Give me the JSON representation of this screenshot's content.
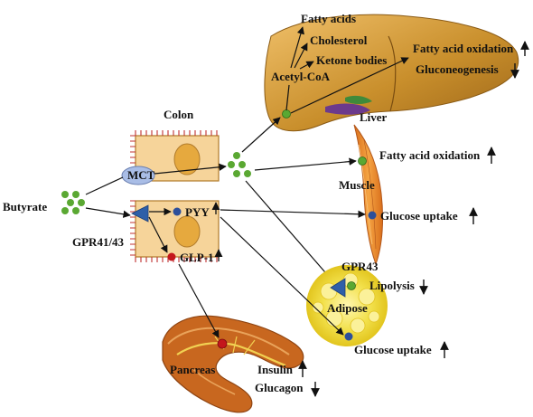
{
  "inputs": {
    "butyrate": "Butyrate",
    "colon": "Colon",
    "mct": "MCT",
    "gpr41_43": "GPR41/43",
    "pyy": "PYY",
    "glp1": "GLP-1"
  },
  "liver": {
    "title": "Liver",
    "acetyl_coa": "Acetyl-CoA",
    "fatty_acids": "Fatty acids",
    "cholesterol": "Cholesterol",
    "ketone_bodies": "Ketone bodies",
    "fatty_acid_oxidation": "Fatty acid oxidation",
    "gluconeogenesis": "Gluconeogenesis"
  },
  "muscle": {
    "title": "Muscle",
    "fatty_acid_oxidation": "Fatty acid oxidation",
    "glucose_uptake": "Glucose uptake"
  },
  "adipose": {
    "title": "Adipose",
    "gpr43": "GPR43",
    "lipolysis": "Lipolysis",
    "glucose_uptake": "Glucose uptake"
  },
  "pancreas": {
    "title": "Pancreas",
    "insulin": "Insulin",
    "glucagon": "Glucagon"
  },
  "colors": {
    "arrow": "#111111",
    "butyrate_dot": "#5aa832",
    "gpcr": "#2e5fa8",
    "pyy_dot": "#2d4f9a",
    "glp1_dot": "#c4161c",
    "mct_oval": "#a9bde6",
    "colon_cell": "#f6d49a",
    "liver": "#c48a2a",
    "muscle": "#e7882b",
    "adipose": "#f2e04a",
    "pancreas": "#c8671f"
  }
}
